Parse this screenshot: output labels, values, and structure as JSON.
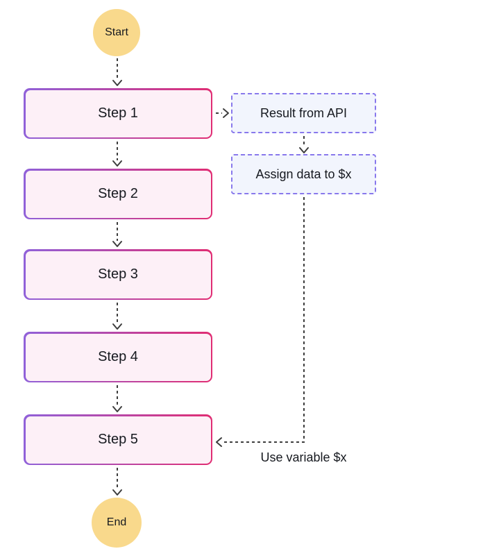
{
  "diagram": {
    "start": {
      "label": "Start"
    },
    "end": {
      "label": "End"
    },
    "steps": [
      {
        "label": "Step 1"
      },
      {
        "label": "Step 2"
      },
      {
        "label": "Step 3"
      },
      {
        "label": "Step 4"
      },
      {
        "label": "Step 5"
      }
    ],
    "side_boxes": [
      {
        "label": "Result from API"
      },
      {
        "label": "Assign data to $x"
      }
    ],
    "annotation": {
      "label": "Use variable $x"
    },
    "colors": {
      "terminal_fill": "#F9D98C",
      "step_fill": "#FDF0F7",
      "step_border_left": "#9061D9",
      "step_border_right": "#E02D73",
      "side_fill": "#F2F5FD",
      "side_border": "#8878EC",
      "connector": "#3D3D3D",
      "text": "#16191F"
    }
  }
}
